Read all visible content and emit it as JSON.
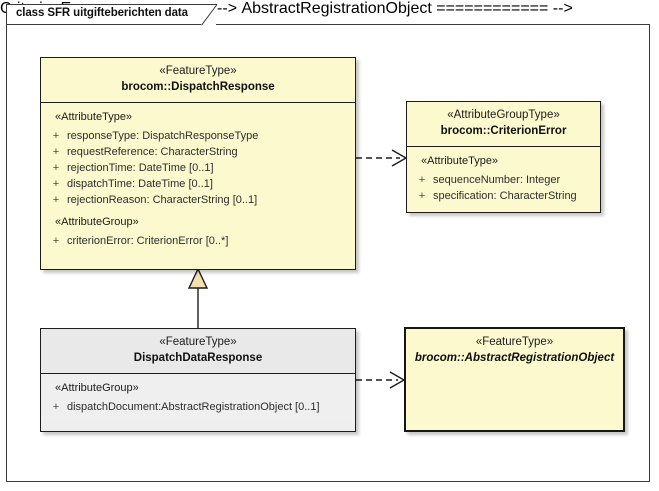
{
  "diagram": {
    "frame_label": "class SFR uitgifteberichten data",
    "type": "uml-class-diagram"
  },
  "colors": {
    "node_fill_yellow": "#fcf9ce",
    "node_fill_grey": "#eeeeee",
    "border": "#1c1c1c",
    "text": "#2d2d2d",
    "generalization_fill": "#f5dfb0"
  },
  "nodes": {
    "dispatch_response": {
      "stereotype": "«FeatureType»",
      "name": "brocom::DispatchResponse",
      "abstract": false,
      "compartments": [
        {
          "title": "«AttributeType»",
          "attributes": [
            {
              "visibility": "+",
              "text": "responseType: DispatchResponseType"
            },
            {
              "visibility": "+",
              "text": "requestReference: CharacterString"
            },
            {
              "visibility": "+",
              "text": "rejectionTime: DateTime [0..1]"
            },
            {
              "visibility": "+",
              "text": "dispatchTime: DateTime [0..1]"
            },
            {
              "visibility": "+",
              "text": "rejectionReason: CharacterString [0..1]"
            }
          ]
        },
        {
          "title": "«AttributeGroup»",
          "attributes": [
            {
              "visibility": "+",
              "text": "criterionError: CriterionError [0..*]"
            }
          ]
        }
      ]
    },
    "criterion_error": {
      "stereotype": "«AttributeGroupType»",
      "name": "brocom::CriterionError",
      "abstract": false,
      "compartments": [
        {
          "title": "«AttributeType»",
          "attributes": [
            {
              "visibility": "+",
              "text": "sequenceNumber: Integer"
            },
            {
              "visibility": "+",
              "text": "specification: CharacterString"
            }
          ]
        }
      ]
    },
    "dispatch_data_response": {
      "stereotype": "«FeatureType»",
      "name": "DispatchDataResponse",
      "abstract": false,
      "compartments": [
        {
          "title": "«AttributeGroup»",
          "attributes": [
            {
              "visibility": "+",
              "text": "dispatchDocument:AbstractRegistrationObject [0..1]"
            }
          ]
        }
      ]
    },
    "abstract_registration_object": {
      "stereotype": "«FeatureType»",
      "name": "brocom::AbstractRegistrationObject",
      "abstract": true,
      "compartments": []
    }
  },
  "connectors": [
    {
      "id": "dep-dispatchresponse-criterionerror",
      "kind": "dependency",
      "style": "dashed-open-arrow",
      "from": "dispatch_response",
      "to": "criterion_error"
    },
    {
      "id": "gen-dispatchdataresponse-dispatchresponse",
      "kind": "generalization",
      "style": "solid-hollow-triangle",
      "from": "dispatch_data_response",
      "to": "dispatch_response"
    },
    {
      "id": "dep-dispatchdataresponse-abstractregistrationobject",
      "kind": "dependency",
      "style": "dashed-open-arrow",
      "from": "dispatch_data_response",
      "to": "abstract_registration_object"
    }
  ]
}
